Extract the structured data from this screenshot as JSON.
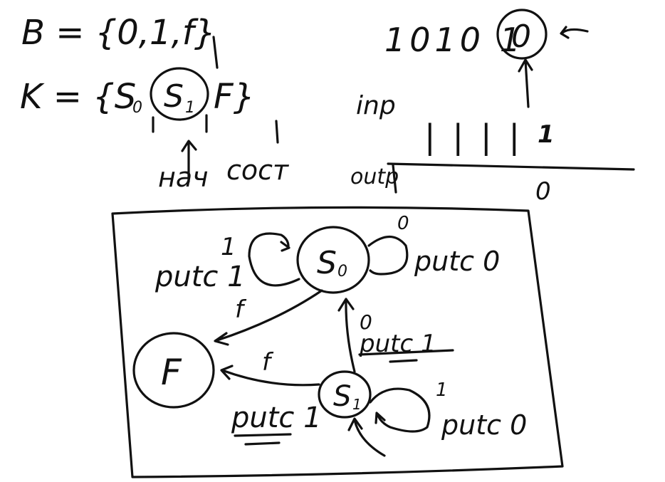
{
  "header": {
    "set_b": "B = {0,1,f}",
    "set_k": "K = {S",
    "set_k_sub0": "0",
    "set_k_s1": "S",
    "set_k_sub1": "1",
    "set_k_end": "F}",
    "init_label": "нач",
    "state_label": "сост"
  },
  "tape": {
    "cells": "1010 1",
    "head_symbol": "0",
    "inp_label": "inp",
    "inp_cells": "||||",
    "inp_one": "1",
    "outp_label": "outp",
    "outp_zero": "0"
  },
  "diagram": {
    "states": [
      {
        "id": "S0",
        "main": "S",
        "sub": "0"
      },
      {
        "id": "S1",
        "main": "S",
        "sub": "1"
      },
      {
        "id": "F",
        "main": "F",
        "sub": ""
      }
    ],
    "edges": [
      {
        "from": "S0",
        "to": "S0",
        "input": "1",
        "action": "putc 1"
      },
      {
        "from": "S0",
        "to": "S0",
        "input": "0",
        "action": "putc 0"
      },
      {
        "from": "S0",
        "to": "F",
        "input": "f",
        "action": ""
      },
      {
        "from": "S1",
        "to": "S0",
        "input": "0",
        "action": "putc 1"
      },
      {
        "from": "S1",
        "to": "F",
        "input": "f",
        "action": "putc 1"
      },
      {
        "from": "S1",
        "to": "S1",
        "input": "1",
        "action": "putc 0"
      }
    ]
  }
}
